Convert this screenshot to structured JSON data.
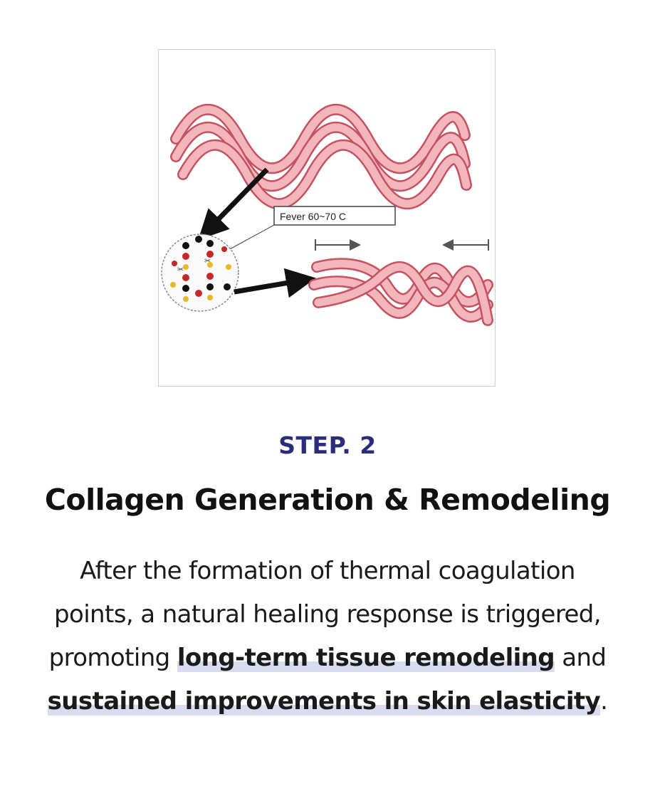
{
  "figure": {
    "callout_label": "Fever 60~70  C",
    "colors": {
      "collagen_fill": "#f4b6bd",
      "collagen_stroke": "#c4525f",
      "arrow": "#111111",
      "bond_red": "#c62828",
      "bond_black": "#111111",
      "bond_yellow": "#e8b923"
    }
  },
  "step_label": "STEP. 2",
  "title": "Collagen Generation & Remodeling",
  "paragraph": {
    "text_1": "After the formation of thermal coagulation points, a natural healing response is triggered, promoting ",
    "highlight_1": "long-term tissue remodeling",
    "text_2": " and ",
    "highlight_2": "sustained improvements in skin elasticity",
    "text_3": "."
  }
}
